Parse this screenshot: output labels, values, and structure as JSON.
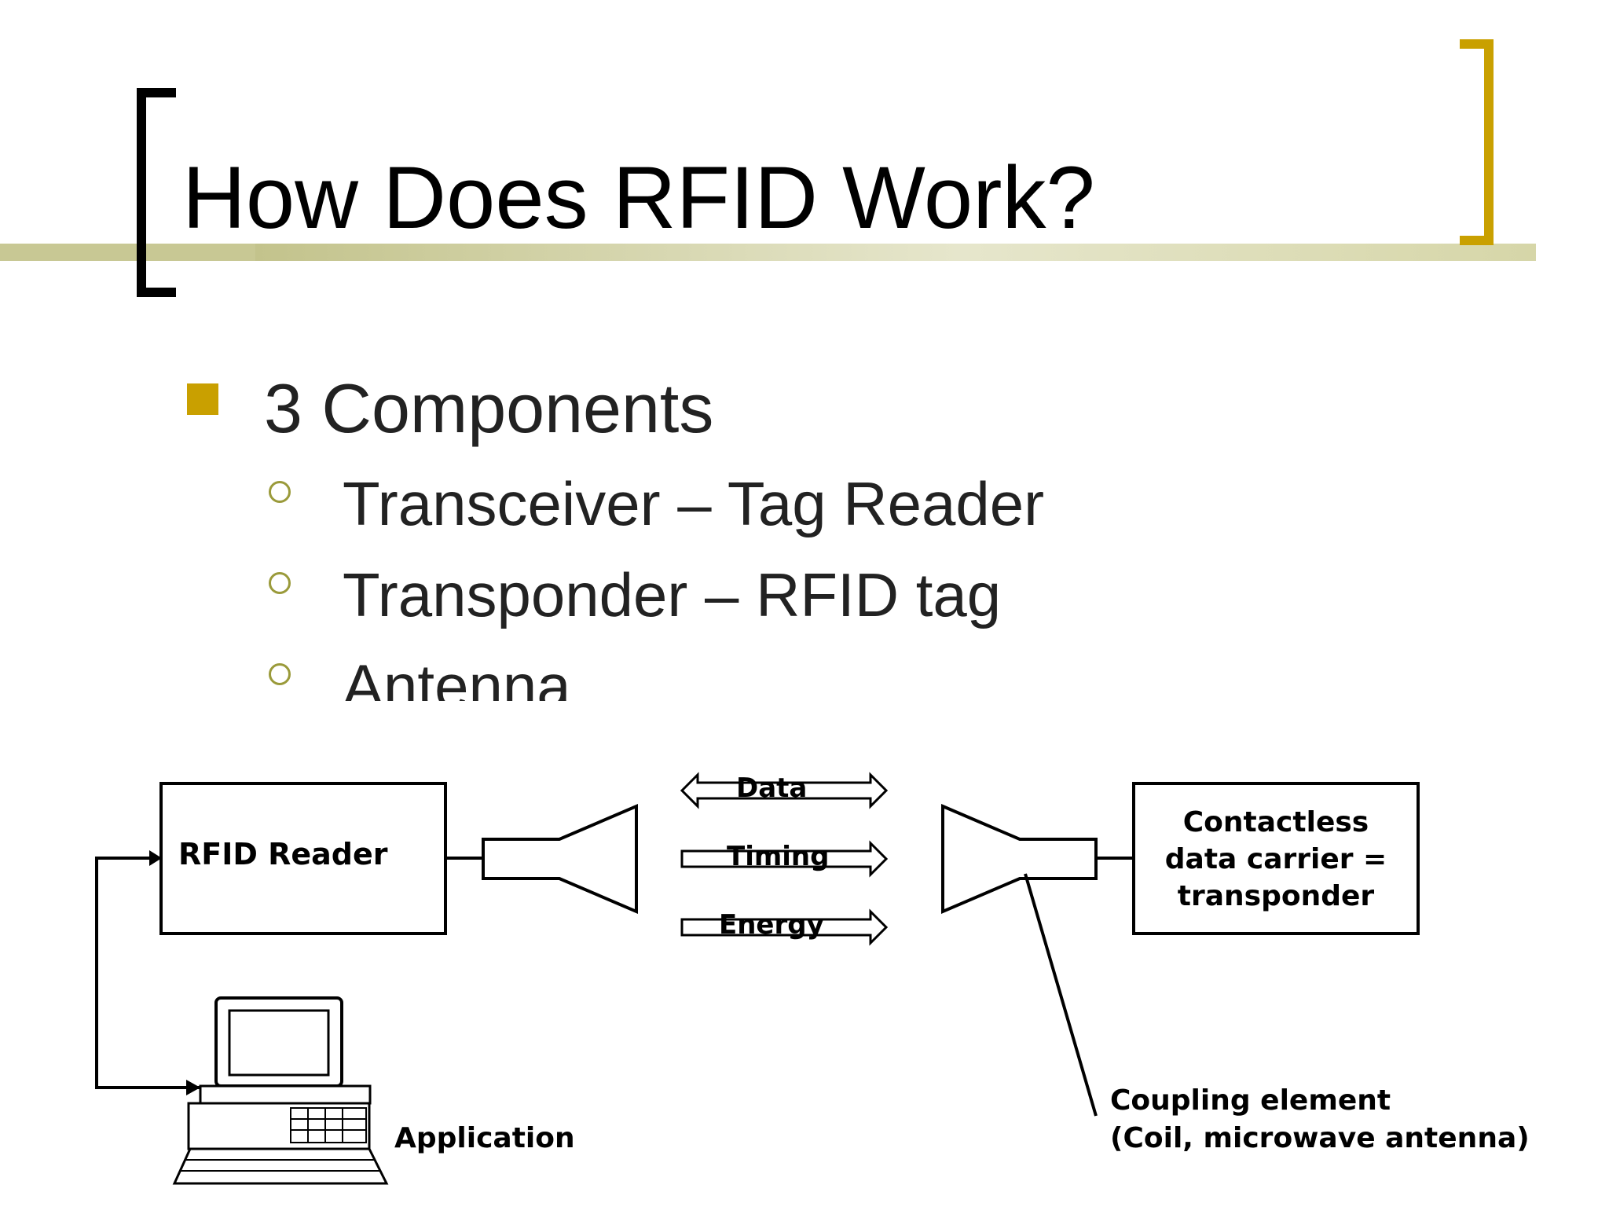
{
  "slide": {
    "title": "How Does RFID Work?",
    "bullets": {
      "main": "3 Components",
      "items": [
        "Transceiver – Tag Reader",
        "Transponder – RFID tag",
        "Antenna"
      ]
    }
  },
  "diagram": {
    "reader_label": "RFID Reader",
    "arrows": [
      "Data",
      "Timing",
      "Energy"
    ],
    "carrier_lines": [
      "Contactless",
      "data carrier =",
      "transponder"
    ],
    "application_label": "Application",
    "coupling_lines": [
      "Coupling element",
      "(Coil, microwave antenna)"
    ]
  },
  "colors": {
    "accent_gold": "#c9a000",
    "rule_olive": "#c8c89a",
    "bracket_black": "#000000"
  }
}
